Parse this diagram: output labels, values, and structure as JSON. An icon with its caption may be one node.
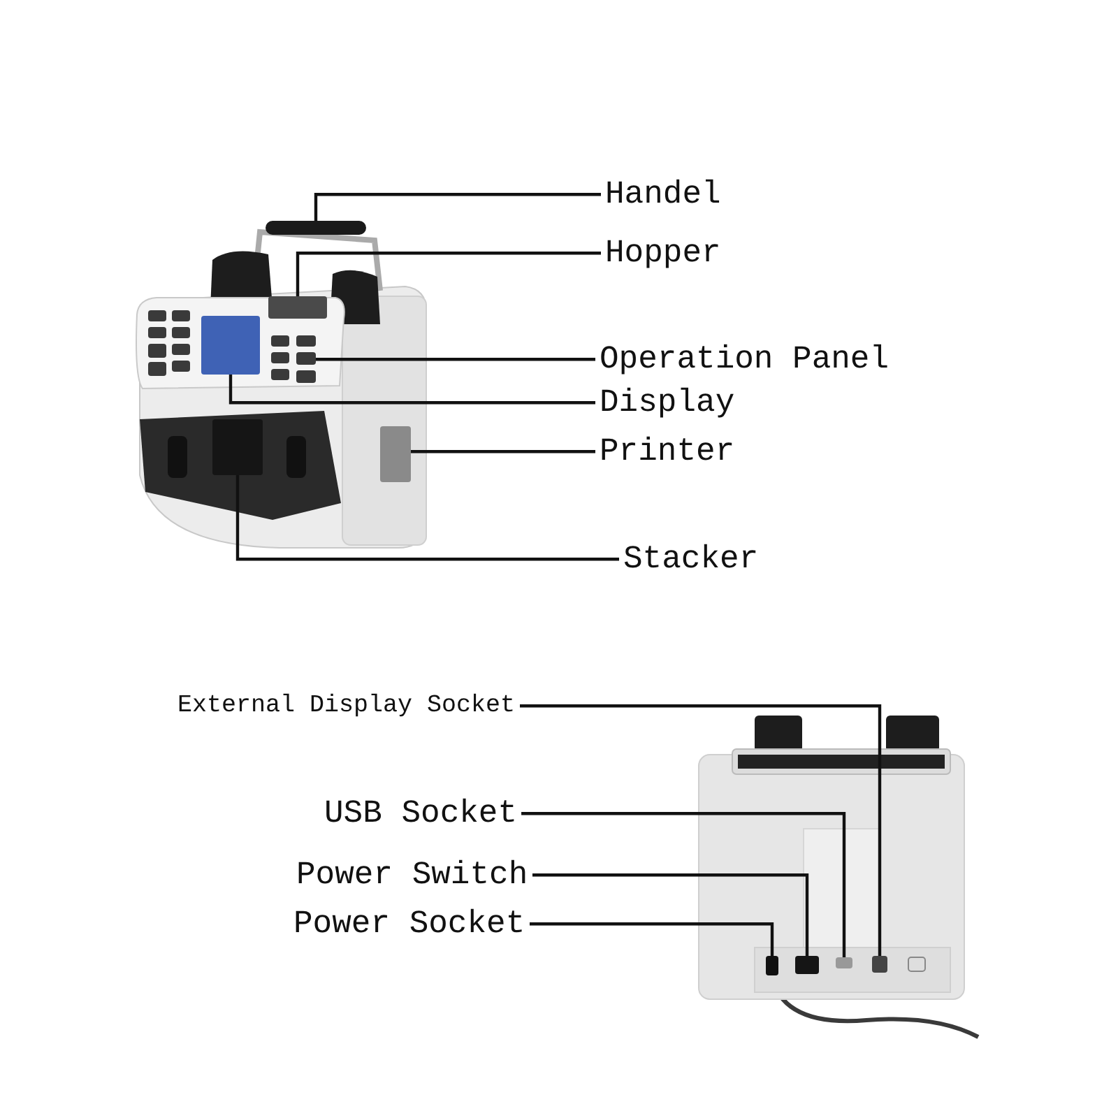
{
  "diagram": {
    "nodes": [
      {
        "text": [
          "Handel"
        ]
      },
      {
        "text": [
          "Hopper"
        ]
      },
      {
        "text": [
          "Operation Panel"
        ]
      },
      {
        "text": [
          "Display"
        ]
      },
      {
        "text": [
          "Printer"
        ]
      },
      {
        "text": [
          "Stacker"
        ]
      },
      {
        "text": [
          "External Display Socket"
        ]
      },
      {
        "text": [
          "USB Socket"
        ]
      },
      {
        "text": [
          "Power Switch"
        ]
      },
      {
        "text": [
          "Power Socket"
        ]
      },
      {
        "text": [],
        "shape": "bar"
      },
      {
        "text": [],
        "shape": "box"
      },
      {
        "text": [],
        "shape": "box"
      },
      {
        "text": [],
        "shape": "box"
      },
      {
        "text": [],
        "shape": "box"
      },
      {
        "text": [],
        "shape": "box"
      },
      {
        "text": [],
        "shape": "box"
      },
      {
        "text": [],
        "shape": "box"
      },
      {
        "text": [],
        "shape": "box"
      },
      {
        "text": [],
        "shape": "box"
      }
    ],
    "edges": [
      {
        "from": 0,
        "to": 10,
        "arrow": "none"
      },
      {
        "from": 1,
        "to": 11,
        "arrow": "none"
      },
      {
        "from": 2,
        "to": 12,
        "arrow": "none"
      },
      {
        "from": 3,
        "to": 13,
        "arrow": "none"
      },
      {
        "from": 4,
        "to": 14,
        "arrow": "none"
      },
      {
        "from": 5,
        "to": 15,
        "arrow": "none"
      },
      {
        "from": 6,
        "to": 19,
        "arrow": "none"
      },
      {
        "from": 7,
        "to": 18,
        "arrow": "none"
      },
      {
        "from": 8,
        "to": 17,
        "arrow": "none"
      },
      {
        "from": 9,
        "to": 16,
        "arrow": "none"
      }
    ]
  }
}
